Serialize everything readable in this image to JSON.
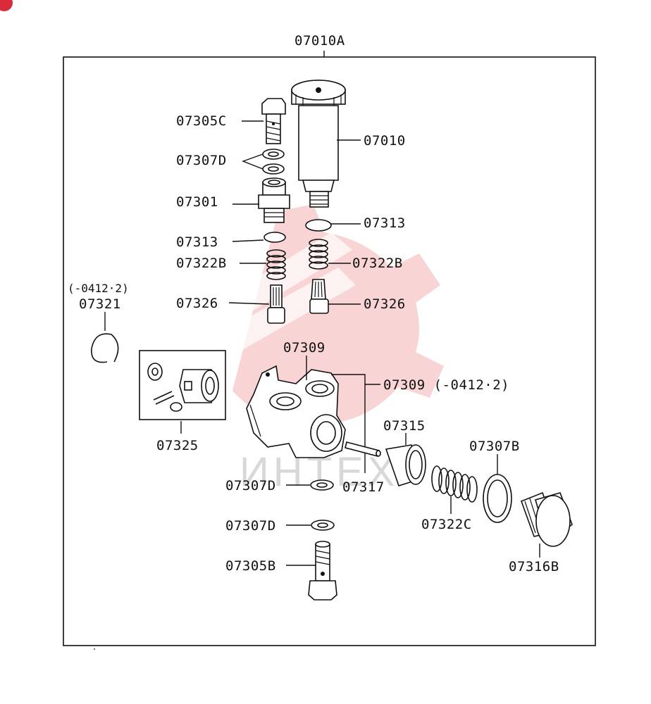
{
  "assembly": {
    "code": "07010A",
    "parts": [
      {
        "id": "p1",
        "code": "07305C"
      },
      {
        "id": "p2",
        "code": "07307D"
      },
      {
        "id": "p3",
        "code": "07301"
      },
      {
        "id": "p4",
        "code": "07313"
      },
      {
        "id": "p5",
        "code": "07322B"
      },
      {
        "id": "p6",
        "code": "07326"
      },
      {
        "id": "p7",
        "code": "07010"
      },
      {
        "id": "p8",
        "code": "07313"
      },
      {
        "id": "p9",
        "code": "07322B"
      },
      {
        "id": "p10",
        "code": "07326"
      },
      {
        "id": "p11",
        "code": "07321",
        "note": "(-0412·2)"
      },
      {
        "id": "p12",
        "code": "07309"
      },
      {
        "id": "p13",
        "code": "07309 (-0412·2)"
      },
      {
        "id": "p14",
        "code": "07325"
      },
      {
        "id": "p15",
        "code": "07315"
      },
      {
        "id": "p16",
        "code": "07307B"
      },
      {
        "id": "p17",
        "code": "07307D"
      },
      {
        "id": "p18",
        "code": "07317"
      },
      {
        "id": "p19",
        "code": "07322C"
      },
      {
        "id": "p20",
        "code": "07307D"
      },
      {
        "id": "p21",
        "code": "07305B"
      },
      {
        "id": "p22",
        "code": "07316B"
      }
    ]
  },
  "watermark": {
    "text": "ИНТЕХ",
    "color": "#f4b0b0"
  }
}
